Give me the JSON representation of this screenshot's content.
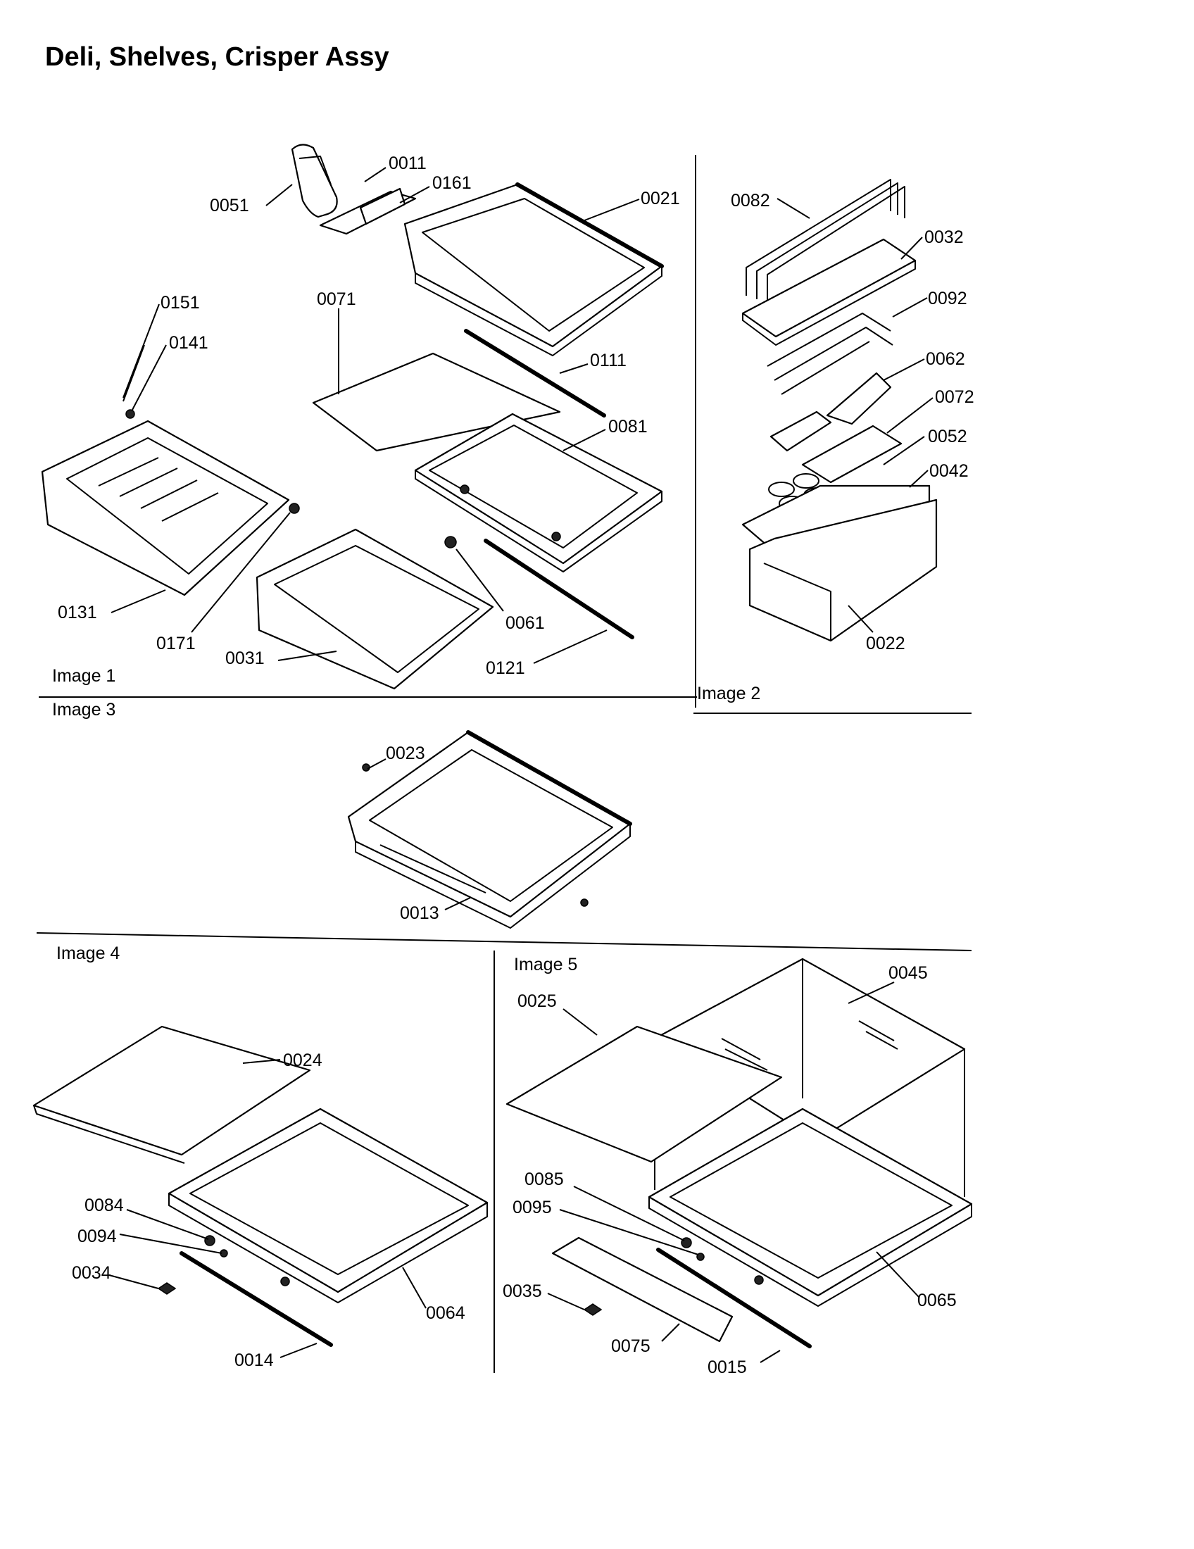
{
  "title": "Deli, Shelves, Crisper Assy",
  "images": {
    "image1": "Image 1",
    "image2": "Image 2",
    "image3": "Image 3",
    "image4": "Image 4",
    "image5": "Image 5"
  },
  "parts": {
    "p0011": "0011",
    "p0161": "0161",
    "p0051": "0051",
    "p0021": "0021",
    "p0151": "0151",
    "p0141": "0141",
    "p0071": "0071",
    "p0111": "0111",
    "p0081": "0081",
    "p0131": "0131",
    "p0171": "0171",
    "p0031": "0031",
    "p0061": "0061",
    "p0121": "0121",
    "p0082": "0082",
    "p0032": "0032",
    "p0092": "0092",
    "p0062": "0062",
    "p0072": "0072",
    "p0052": "0052",
    "p0042": "0042",
    "p0022": "0022",
    "p0023": "0023",
    "p0013": "0013",
    "p0024": "0024",
    "p0084": "0084",
    "p0094": "0094",
    "p0034": "0034",
    "p0064": "0064",
    "p0014": "0014",
    "p0025": "0025",
    "p0045": "0045",
    "p0085": "0085",
    "p0095": "0095",
    "p0035": "0035",
    "p0075": "0075",
    "p0015": "0015",
    "p0065": "0065"
  }
}
